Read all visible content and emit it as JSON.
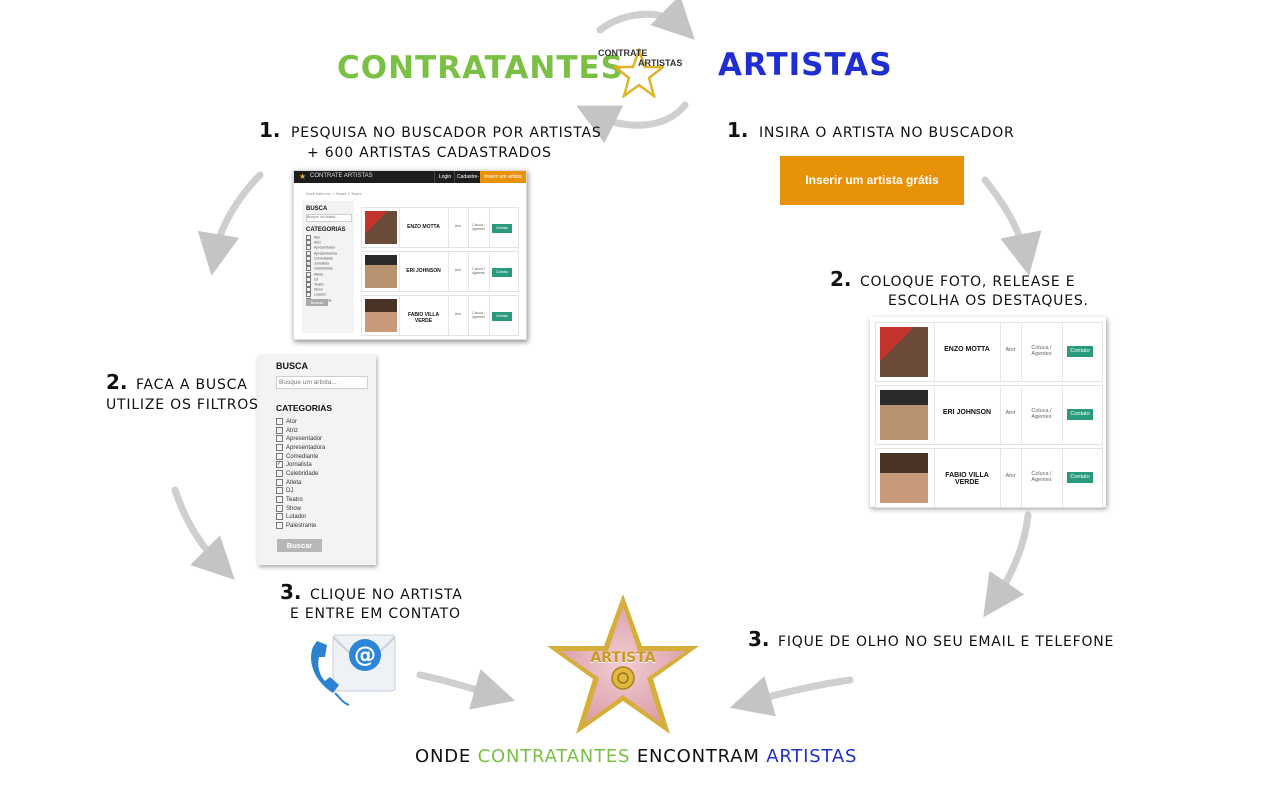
{
  "header": {
    "left_title": "CONTRATANTES",
    "right_title": "ARTISTAS",
    "logo_line1": "CONTRATE",
    "logo_line2": "ARTISTAS"
  },
  "left_steps": [
    {
      "num": "1.",
      "line1": "Pesquisa no buscador por artistas",
      "line2": "+ 600 artistas cadastrados"
    },
    {
      "num": "2.",
      "line1": "Faca a busca",
      "line2": "utilize os filtros"
    },
    {
      "num": "3.",
      "line1": "Clique no artista",
      "line2": "e entre em contato"
    }
  ],
  "right_steps": [
    {
      "num": "1.",
      "line1": "Insira o artista no buscador"
    },
    {
      "num": "2.",
      "line1": "Coloque foto, release e",
      "line2": "escolha os destaques."
    },
    {
      "num": "3.",
      "line1": "Fique de olho no seu email e telefone"
    }
  ],
  "cta_button": "Inserir um artista grátis",
  "search_panel": {
    "title": "BUSCA",
    "placeholder": "Busque um artista...",
    "categories_title": "CATEGORIAS",
    "categories": [
      "Ator",
      "Atriz",
      "Apresentador",
      "Apresentadora",
      "Comediante",
      "Jornalista",
      "Celebridade",
      "Atleta",
      "DJ",
      "Teatro",
      "Show",
      "Lutador",
      "Palestrante"
    ],
    "checked": "Jornalista",
    "button": "Buscar"
  },
  "mini_shot": {
    "brand": "CONTRATE ARTISTAS",
    "nav": [
      "Login",
      "Cadastre-se",
      "Inserir um artista grátis"
    ],
    "breadcrumb": "Você está em: » Home » Todos"
  },
  "artists": [
    {
      "name": "ENZO MOTTA",
      "role": "Ator",
      "agent": "Coluca / Agentes",
      "button": "Contato"
    },
    {
      "name": "ERI JOHNSON",
      "role": "Ator",
      "agent": "Coluca / Agentes",
      "button": "Contato"
    },
    {
      "name": "FABIO VILLA VERDE",
      "role": "Ator",
      "agent": "Coluca / Agentes",
      "button": "Contato"
    }
  ],
  "star_label": "ARTISTA",
  "footer": {
    "part1": "ONDE",
    "part2": "CONTRATANTES",
    "part3": "ENCONTRAM",
    "part4": "ARTISTAS"
  },
  "colors": {
    "green": "#7ac043",
    "blue": "#1f2ed1",
    "orange": "#e8920a",
    "contact_green": "#2a9a7c"
  }
}
